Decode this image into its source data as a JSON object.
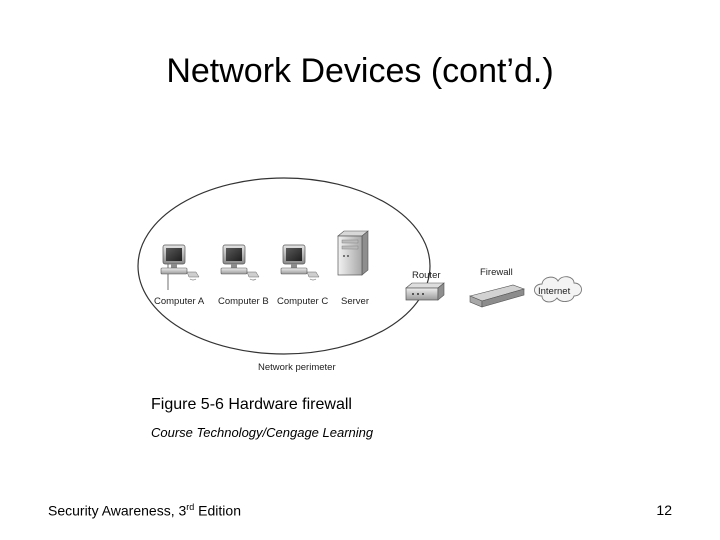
{
  "slide": {
    "title": "Network Devices (cont’d.)",
    "caption": "Figure 5-6 Hardware firewall",
    "credit": "Course Technology/Cengage Learning",
    "footer": {
      "prefix": "Security Awareness, 3",
      "superscript": "rd",
      "suffix": " Edition"
    },
    "page_number": "12"
  },
  "diagram": {
    "computers": [
      "Computer A",
      "Computer B",
      "Computer C"
    ],
    "server": "Server",
    "router": "Router",
    "firewall": "Firewall",
    "internet": "Internet",
    "perimeter": "Network perimeter"
  }
}
